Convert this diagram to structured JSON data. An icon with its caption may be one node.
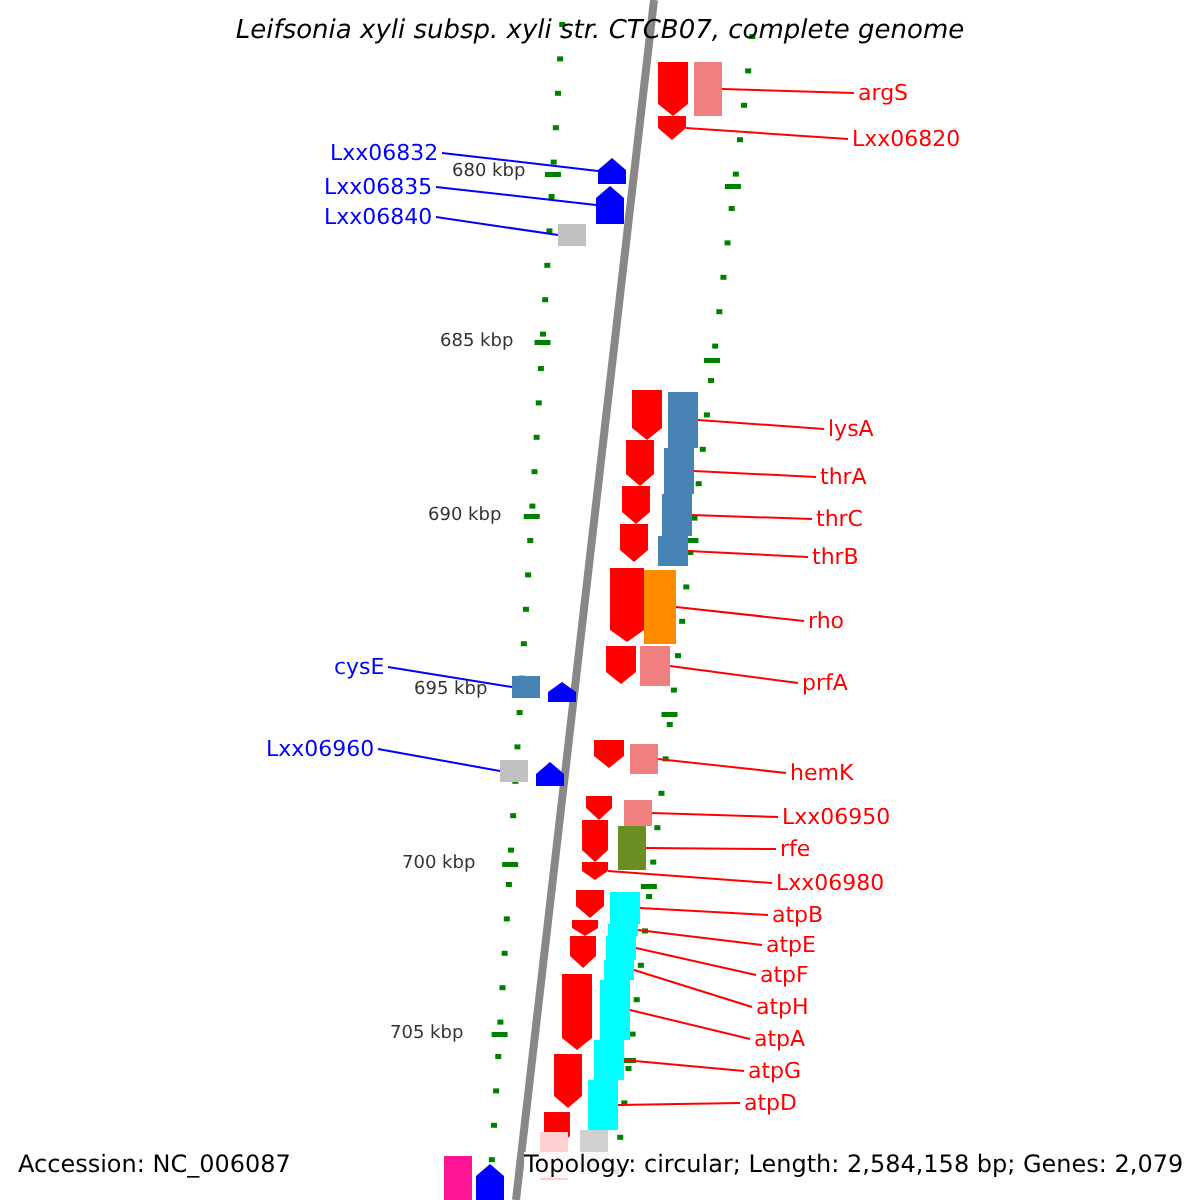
{
  "diagram": {
    "title": "Leifsonia xyli subsp. xyli str. CTCB07, complete genome",
    "nodes": [
      {
        "text": [
          "argS"
        ]
      },
      {
        "text": [],
        "shape": "box"
      },
      {
        "text": [
          "Lxx06820"
        ]
      },
      {
        "text": [],
        "shape": "pentagon"
      },
      {
        "text": [
          "Lxx06832"
        ]
      },
      {
        "text": [],
        "shape": "pentagon"
      },
      {
        "text": [
          "Lxx06835"
        ]
      },
      {
        "text": [],
        "shape": "pentagon"
      },
      {
        "text": [
          "Lxx06840"
        ]
      },
      {
        "text": [],
        "shape": "box"
      },
      {
        "text": [
          "lysA"
        ]
      },
      {
        "text": [],
        "shape": "box"
      },
      {
        "text": [
          "thrA"
        ]
      },
      {
        "text": [],
        "shape": "box"
      },
      {
        "text": [
          "thrC"
        ]
      },
      {
        "text": [],
        "shape": "box"
      },
      {
        "text": [
          "thrB"
        ]
      },
      {
        "text": [],
        "shape": "box"
      },
      {
        "text": [
          "rho"
        ]
      },
      {
        "text": [],
        "shape": "box"
      },
      {
        "text": [
          "cysE"
        ]
      },
      {
        "text": [],
        "shape": "box"
      },
      {
        "text": [
          "prfA"
        ]
      },
      {
        "text": [],
        "shape": "box"
      },
      {
        "text": [
          "Lxx06960"
        ]
      },
      {
        "text": [],
        "shape": "box"
      },
      {
        "text": [
          "hemK"
        ]
      },
      {
        "text": [],
        "shape": "box"
      },
      {
        "text": [
          "Lxx06950"
        ]
      },
      {
        "text": [],
        "shape": "box"
      },
      {
        "text": [
          "rfe"
        ]
      },
      {
        "text": [],
        "shape": "box"
      },
      {
        "text": [
          "Lxx06980"
        ]
      },
      {
        "text": [],
        "shape": "pentagon"
      },
      {
        "text": [
          "atpB"
        ]
      },
      {
        "text": [],
        "shape": "box"
      },
      {
        "text": [
          "atpE"
        ]
      },
      {
        "text": [],
        "shape": "box"
      },
      {
        "text": [
          "atpF"
        ]
      },
      {
        "text": [],
        "shape": "box"
      },
      {
        "text": [
          "atpH"
        ]
      },
      {
        "text": [],
        "shape": "box"
      },
      {
        "text": [
          "atpA"
        ]
      },
      {
        "text": [],
        "shape": "box"
      },
      {
        "text": [
          "atpG"
        ]
      },
      {
        "text": [],
        "shape": "box"
      },
      {
        "text": [
          "atpD"
        ]
      },
      {
        "text": [],
        "shape": "box"
      }
    ],
    "edges": [
      {
        "from": 0,
        "to": 1,
        "arrow": "none"
      },
      {
        "from": 2,
        "to": 3,
        "arrow": "none"
      },
      {
        "from": 4,
        "to": 5,
        "arrow": "none",
        "color": "#0000ff"
      },
      {
        "from": 6,
        "to": 7,
        "arrow": "none",
        "color": "#0000ff"
      },
      {
        "from": 8,
        "to": 9,
        "arrow": "none",
        "color": "#0000ff"
      },
      {
        "from": 10,
        "to": 11,
        "arrow": "none"
      },
      {
        "from": 12,
        "to": 13,
        "arrow": "none"
      },
      {
        "from": 14,
        "to": 15,
        "arrow": "none"
      },
      {
        "from": 16,
        "to": 17,
        "arrow": "none"
      },
      {
        "from": 18,
        "to": 19,
        "arrow": "none"
      },
      {
        "from": 20,
        "to": 21,
        "arrow": "none",
        "color": "#0000ff"
      },
      {
        "from": 22,
        "to": 23,
        "arrow": "none"
      },
      {
        "from": 24,
        "to": 25,
        "arrow": "none",
        "color": "#0000ff"
      },
      {
        "from": 26,
        "to": 27,
        "arrow": "none"
      },
      {
        "from": 28,
        "to": 29,
        "arrow": "none"
      },
      {
        "from": 30,
        "to": 31,
        "arrow": "none"
      },
      {
        "from": 32,
        "to": 33,
        "arrow": "none"
      },
      {
        "from": 34,
        "to": 35,
        "arrow": "none"
      },
      {
        "from": 36,
        "to": 37,
        "arrow": "none"
      },
      {
        "from": 38,
        "to": 39,
        "arrow": "none"
      },
      {
        "from": 40,
        "to": 41,
        "arrow": "none"
      },
      {
        "from": 42,
        "to": 43,
        "arrow": "none"
      },
      {
        "from": 44,
        "to": 45,
        "arrow": "none"
      },
      {
        "from": 46,
        "to": 47,
        "arrow": "none"
      }
    ],
    "labels": [
      "680 kbp",
      "685 kbp",
      "690 kbp",
      "695 kbp",
      "700 kbp",
      "705 kbp",
      "Accession: NC_006087",
      "Topology: circular; Length: 2,584,158 bp; Genes: 2,079"
    ]
  }
}
